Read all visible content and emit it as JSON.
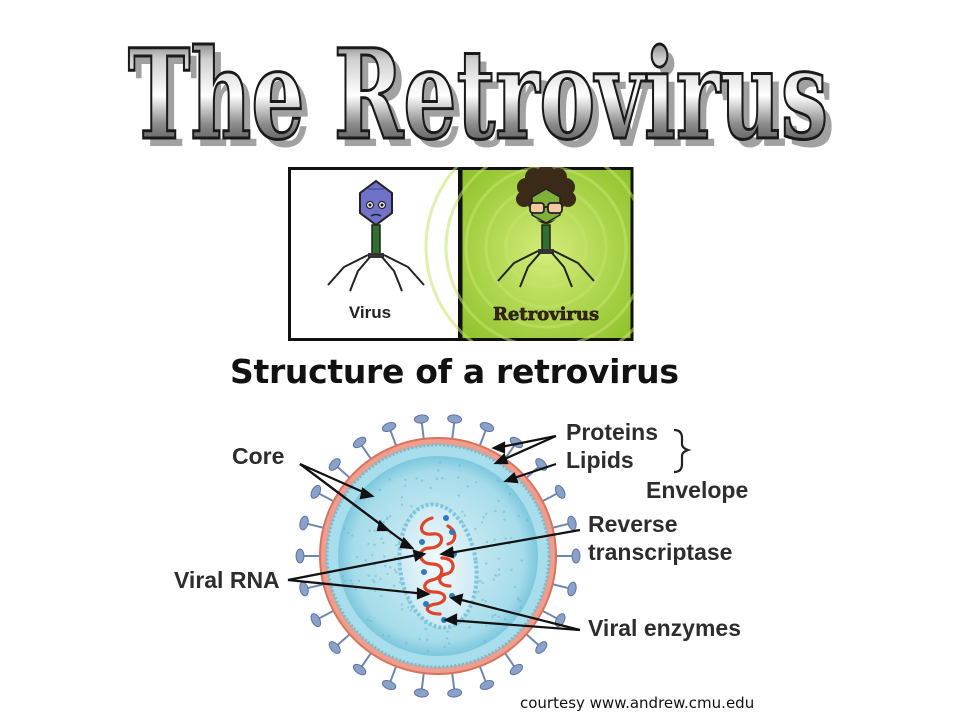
{
  "title": "The Retrovirus",
  "comic": {
    "left_caption": "Virus",
    "right_caption": "Retrovirus"
  },
  "diagram": {
    "subtitle": "Structure of a retrovirus",
    "labels": {
      "core": "Core",
      "proteins": "Proteins",
      "lipids": "Lipids",
      "envelope": "Envelope",
      "reverse_transcriptase_1": "Reverse",
      "reverse_transcriptase_2": "transcriptase",
      "viral_rna": "Viral RNA",
      "viral_enzymes": "Viral enzymes"
    }
  },
  "credit": "courtesy www.andrew.cmu.edu",
  "colors": {
    "background": "#ffffff",
    "comic_right_bg": "#a8d23a",
    "virus_head": "#6f72c8",
    "envelope": "#e88c7c",
    "core_fill": "#9bd7e8",
    "rna": "#e0442a",
    "spike": "#8aa2c8"
  }
}
